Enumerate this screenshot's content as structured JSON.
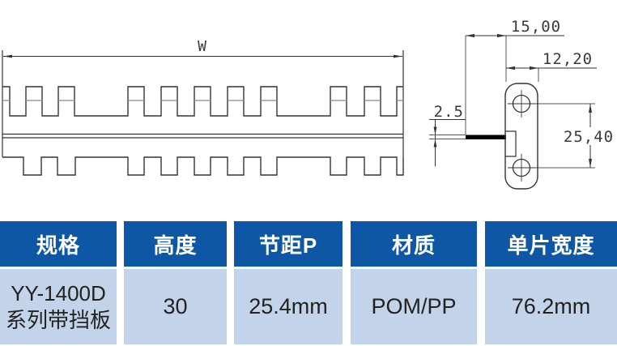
{
  "drawing": {
    "plan_view": {
      "width_label": "W"
    },
    "side_view": {
      "dim_flight_length": "15,00",
      "dim_body_width": "12,20",
      "dim_flight_thickness": "2.5",
      "dim_hole_pitch": "25,40"
    }
  },
  "table": {
    "headers": [
      "规格",
      "高度",
      "节距P",
      "材质",
      "单片宽度"
    ],
    "row": {
      "spec_line1": "YY-1400D",
      "spec_line2": "系列带挡板",
      "height": "30",
      "pitch": "25.4mm",
      "material": "POM/PP",
      "width": "76.2mm"
    }
  },
  "colors": {
    "header_bg": "#0d57a5",
    "row_bg": "#c2d3ea",
    "line": "#333333",
    "flight": "#000000"
  }
}
